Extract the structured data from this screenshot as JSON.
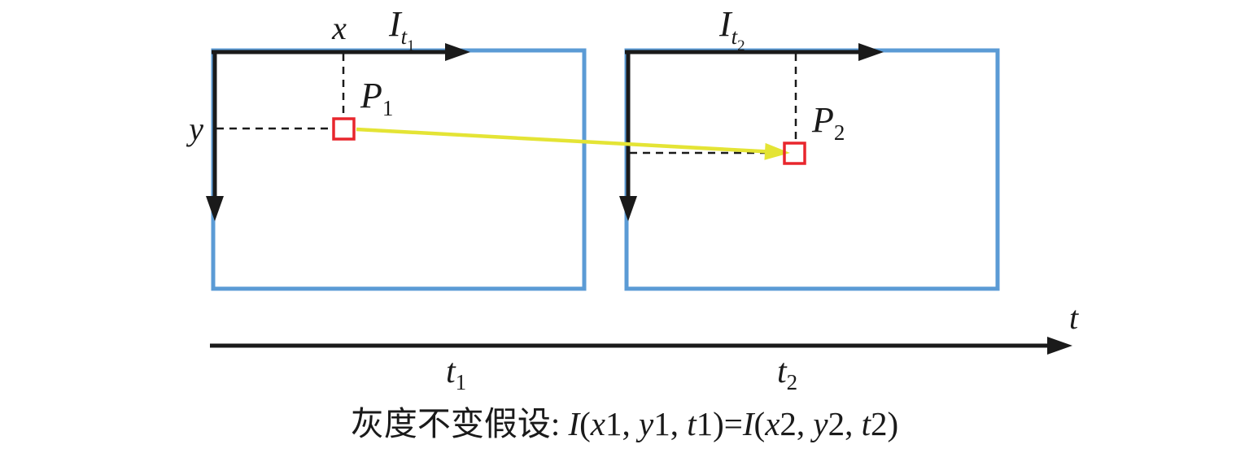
{
  "figure": {
    "frame1": {
      "x_label": "x",
      "y_label": "y",
      "image_label": {
        "base": "I",
        "sub": "t",
        "subsub": "1"
      },
      "point_label": {
        "base": "P",
        "sub": "1"
      }
    },
    "frame2": {
      "image_label": {
        "base": "I",
        "sub": "t",
        "subsub": "2"
      },
      "point_label": {
        "base": "P",
        "sub": "2"
      }
    },
    "time_axis": {
      "axis_label": "t",
      "tick1": {
        "base": "t",
        "sub": "1"
      },
      "tick2": {
        "base": "t",
        "sub": "2"
      }
    },
    "caption": {
      "segments": [
        {
          "text": "灰度不变假设: ",
          "italic": false
        },
        {
          "text": "I",
          "italic": true
        },
        {
          "text": "(",
          "italic": false
        },
        {
          "text": "x",
          "italic": true
        },
        {
          "text": "1, ",
          "italic": false
        },
        {
          "text": "y",
          "italic": true
        },
        {
          "text": "1, ",
          "italic": false
        },
        {
          "text": "t",
          "italic": true
        },
        {
          "text": "1)=",
          "italic": false
        },
        {
          "text": "I",
          "italic": true
        },
        {
          "text": "(",
          "italic": false
        },
        {
          "text": "x",
          "italic": true
        },
        {
          "text": "2, ",
          "italic": false
        },
        {
          "text": "y",
          "italic": true
        },
        {
          "text": "2, ",
          "italic": false
        },
        {
          "text": "t",
          "italic": true
        },
        {
          "text": "2)",
          "italic": false
        }
      ]
    },
    "colors": {
      "frame_border": "#5b9bd5",
      "axis": "#1a1a1a",
      "point_marker": "#e8262d",
      "motion_arrow": "#e4e435"
    }
  }
}
